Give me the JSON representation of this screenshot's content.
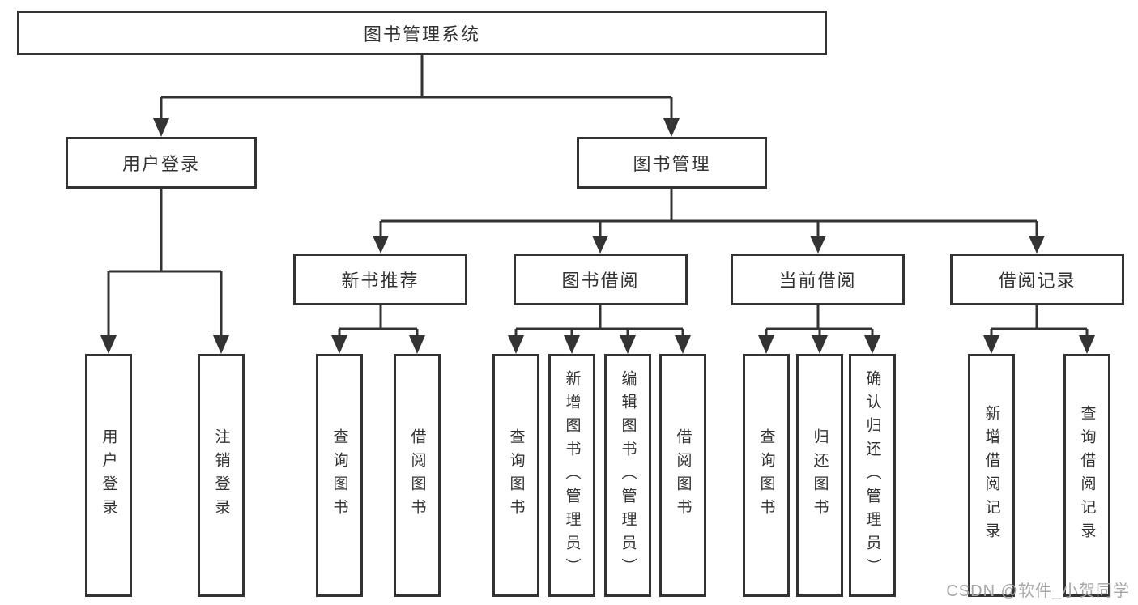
{
  "diagram": {
    "root": "图书管理系统",
    "branches": [
      {
        "label": "用户登录",
        "children": [
          "用户登录",
          "注销登录"
        ]
      },
      {
        "label": "图书管理",
        "children": [
          {
            "label": "新书推荐",
            "children": [
              "查询图书",
              "借阅图书"
            ]
          },
          {
            "label": "图书借阅",
            "children": [
              "查询图书",
              "新增图书（管理员）",
              "编辑图书（管理员）",
              "借阅图书"
            ]
          },
          {
            "label": "当前借阅",
            "children": [
              "查询图书",
              "归还图书",
              "确认归还（管理员）"
            ]
          },
          {
            "label": "借阅记录",
            "children": [
              "新增借阅记录",
              "查询借阅记录"
            ]
          }
        ]
      }
    ]
  },
  "watermark": {
    "text": "CSDN @软件_小贺同学"
  },
  "colors": {
    "line": "#333333",
    "box_border": "#333333",
    "text": "#333333",
    "watermark": "#a6a6a6",
    "background": "#ffffff"
  }
}
